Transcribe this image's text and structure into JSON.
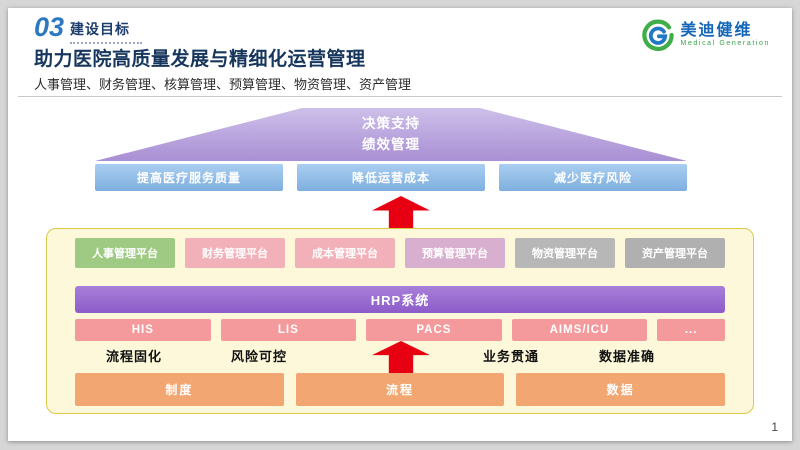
{
  "header": {
    "section_number": "03",
    "section_label": "建设目标",
    "title": "助力医院高质量发展与精细化运营管理",
    "subtitle": "人事管理、财务管理、核算管理、预算管理、物资管理、资产管理"
  },
  "logo": {
    "name": "美迪健维",
    "tagline": "Medical Generation"
  },
  "diagram": {
    "apex_lines": [
      "决策支持",
      "绩效管理"
    ],
    "outcomes": [
      "提高医疗服务质量",
      "降低运营成本",
      "减少医疗风险"
    ],
    "platforms": [
      {
        "label": "人事管理平台",
        "color": "#9fca84"
      },
      {
        "label": "财务管理平台",
        "color": "#f2b1b8"
      },
      {
        "label": "成本管理平台",
        "color": "#f2b1b8"
      },
      {
        "label": "预算管理平台",
        "color": "#d9afcf"
      },
      {
        "label": "物资管理平台",
        "color": "#b7b7b7"
      },
      {
        "label": "资产管理平台",
        "color": "#b0b0b0"
      }
    ],
    "hrp_label": "HRP系统",
    "systems": [
      "HIS",
      "LIS",
      "PACS",
      "AIMS/ICU",
      "..."
    ],
    "benefits": [
      "流程固化",
      "风险可控",
      "业务贯通",
      "数据准确"
    ],
    "foundations": [
      "制度",
      "流程",
      "数据"
    ]
  },
  "colors": {
    "accent_red": "#e60012",
    "apex_purple": "#b29ad8",
    "outcome_blue": "#8cb8e6",
    "hrp_purple": "#9a6fd0",
    "system_pink": "#f59a9c",
    "foundation_orange": "#f2a772",
    "container_bg": "#fdf8da",
    "container_border": "#ddc84a",
    "title_navy": "#17365d"
  },
  "page_number": "1"
}
